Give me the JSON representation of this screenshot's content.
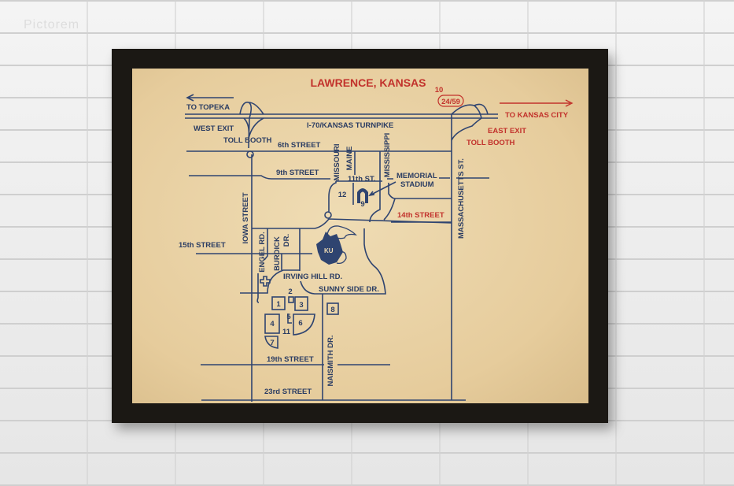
{
  "watermark": "Pictorem",
  "colors": {
    "road": "#2f4470",
    "accent": "#c2322c",
    "paper": "#e9d3a8",
    "frame": "#1b1814"
  },
  "map": {
    "title": "LAWRENCE, KANSAS",
    "route_number": "10",
    "highway_shield": "24/59",
    "labels": {
      "to_topeka": "TO TOPEKA",
      "west_exit": "WEST EXIT",
      "toll_booth_west": "TOLL BOOTH",
      "turnpike": "I-70/KANSAS TURNPIKE",
      "to_kansas_city": "TO KANSAS CITY",
      "east_exit": "EAST EXIT",
      "toll_booth_east": "TOLL BOOTH",
      "sixth_street": "6th STREET",
      "ninth_street": "9th STREET",
      "eleventh_street": "11th ST.",
      "missouri": "MISSOURI",
      "maine": "MAINE",
      "mississippi": "MISSISSIPPI",
      "memorial": "MEMORIAL",
      "stadium": "STADIUM",
      "fourteenth_street": "14th STREET",
      "massachusetts": "MASSACHUSETTS ST.",
      "iowa": "IOWA STREET",
      "fifteenth_street": "15th STREET",
      "engel": "ENGEL RD.",
      "burdick": "BURDICK",
      "burdick_dr": "DR.",
      "irving_hill": "IRVING HILL RD.",
      "sunny_side": "SUNNY SIDE DR.",
      "nineteenth_street": "19th STREET",
      "twentythird_street": "23rd STREET",
      "naismith": "NAISMITH DR.",
      "logo": "KU"
    },
    "markers": [
      "1",
      "2",
      "3",
      "4",
      "5",
      "6",
      "7",
      "8",
      "9",
      "11",
      "12"
    ]
  }
}
